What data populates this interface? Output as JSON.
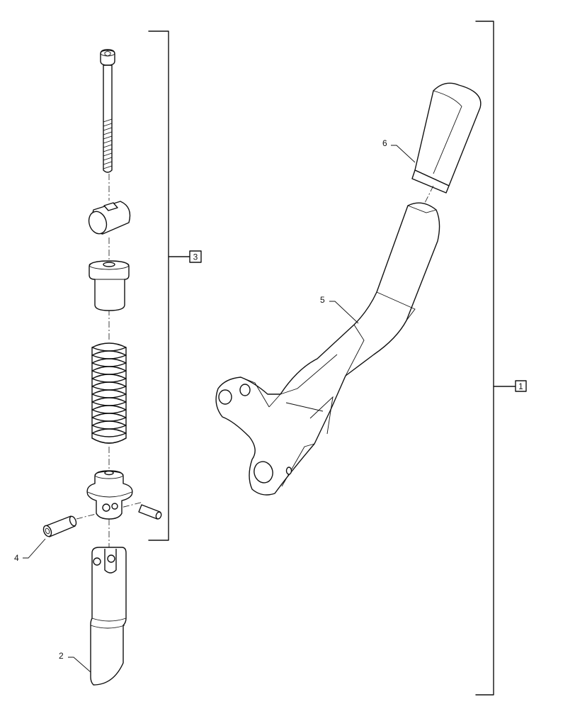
{
  "callouts": {
    "item_1": "1",
    "item_2": "2",
    "item_3": "3",
    "item_4": "4",
    "item_5": "5",
    "item_6": "6"
  },
  "line_color": "#111111",
  "background_color": "#ffffff"
}
